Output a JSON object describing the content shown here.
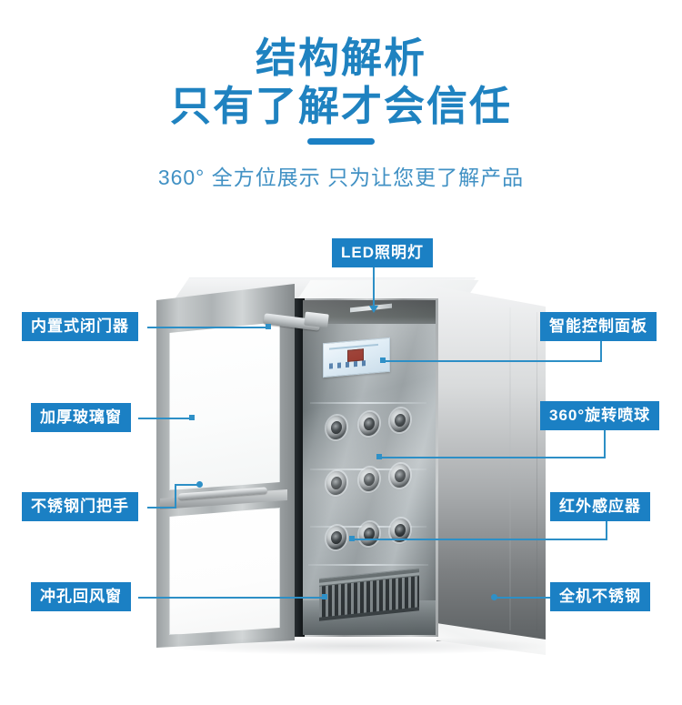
{
  "header": {
    "title_line1": "结构解析",
    "title_line2": "只有了解才会信任",
    "subtitle": "360° 全方位展示 只为让您更了解产品",
    "accent_color": "#1b80c4",
    "title_color": "#1f82c0",
    "subtitle_color": "#4191c4"
  },
  "callouts": {
    "top": {
      "label": "LED照明灯"
    },
    "left": [
      {
        "label": "内置式闭门器"
      },
      {
        "label": "加厚玻璃窗"
      },
      {
        "label": "不锈钢门把手"
      },
      {
        "label": "冲孔回风窗"
      }
    ],
    "right": [
      {
        "label": "智能控制面板"
      },
      {
        "label": "360°旋转喷球"
      },
      {
        "label": "红外感应器"
      },
      {
        "label": "全机不锈钢"
      }
    ]
  },
  "device": {
    "name": "air-shower-cabinet",
    "nozzle_rows": 3,
    "nozzle_columns": 3,
    "label_bg": "#1b80c4",
    "leader_color": "#2d8fc6"
  }
}
